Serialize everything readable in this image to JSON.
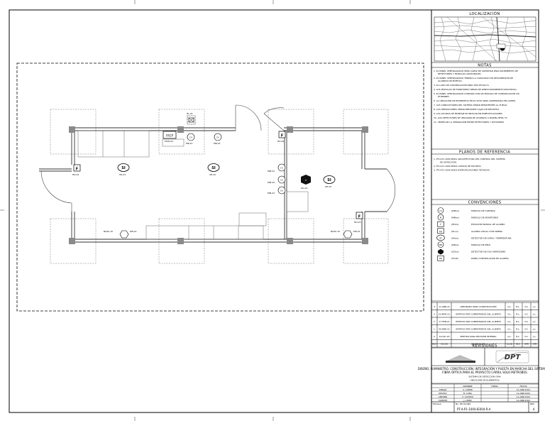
{
  "title_block": {
    "localizacion": "LOCALIZACIÓN",
    "notas_title": "NOTAS",
    "notas": [
      "1.  EL PANEL CENTRALIZADO SERÁ CAPAZ DE SOPORTAR PARA INCREMENTO DE DETECTORES Y MÓDULOS ADICIONALES.",
      "2.  EL PANEL CENTRALIZADO TENDRÁ LA CAPACIDAD DE DESCONEXIÓN DE ALARMAS DE EDIFICIO.",
      "3.  EL LAZO DE COMUNICACIÓN SERÁ TIPO ESTILO 6.",
      "4.  LOS MÓDULOS DE MONITOREO SERÁN DE DIRECCIONAMIENTO INDIVIDUAL.",
      "5.  EL PANEL CENTRALIZADO CONTARÁ CON UN MÓDULO DE COMUNICACIÓN VÍA ETHERNET.",
      "6.  LA UBICACIÓN DE ELEMENTOS EN EL SITIO SERÁ CONFIRMADA EN CAMPO.",
      "7.  LOS CONDUCTORES DEL SISTEMA SERÁN RESISTENTES AL FUEGO.",
      "8.  LAS DERIVACIONES SERÁN MEDIANTE CAJAS DE REGISTRO.",
      "9.  LAS ALTURAS DE MONTAJE SE INDICAN EN ESPECIFICACIONES.",
      "10. LOS DETECTORES SE UBICARÁN DE ACUERDO A NORMA NFPA 72.",
      "11. VERIFICAR LA SEPARACIÓN ENTRE DETECTORES Y DIFUSORES."
    ],
    "planos_title": "PLANOS DE REFERENCIA",
    "planos": [
      "1.  PT-A-P1-1000-IE001   ARQUITECTURA DEL CONTROL DEL SISTEMA DE DETECCIÓN.",
      "2.  PT-A-P1-1000-IE002   LISTADO DE EQUIPOS.",
      "3.  PT-A-P1-1000-IE003   ESPECIFICACIONES TÉCNICAS."
    ],
    "convenciones_title": "CONVENCIONES",
    "convenciones": [
      {
        "sym": "DI",
        "code": "(MMxx)",
        "desc": "MÓDULO DE CONTROL"
      },
      {
        "sym": "M",
        "code": "(MMxx)",
        "desc": "MÓDULO DE MONITOREO"
      },
      {
        "sym": "F",
        "code": "(HDxx)",
        "desc": "ESTACIÓN MANUAL DE ALARMA"
      },
      {
        "sym": "SG",
        "code": "(HLxx)",
        "desc": "ALARMA VISUAL CON SIRENA"
      },
      {
        "sym": "ST",
        "code": "(SHxx)",
        "desc": "DETECTOR DE HUMO / TEMPERATURA"
      },
      {
        "sym": "MR",
        "code": "(MRxx)",
        "desc": "MÓDULO DE RELÉ"
      },
      {
        "sym": "GS",
        "code": "(GDxx)",
        "desc": "DETECTOR DE GAS HIDRÓGENO"
      },
      {
        "sym": "PD",
        "code": "(FACP)",
        "desc": "PANEL CONTROLADOR DE ALARMA"
      }
    ],
    "revisions": [
      {
        "rev": "4",
        "date": "11-ABR-21",
        "desc": "APROBADO PARA CONSTRUCCIÓN",
        "a": "A.L.",
        "b": "R.L.",
        "c": "V.C.",
        "d": "J.L."
      },
      {
        "rev": "3",
        "date": "03-MAR-21",
        "desc": "EMITIDO POR COMENTARIOS DEL CLIENTE",
        "a": "A.L.",
        "b": "R.L.",
        "c": "V.C.",
        "d": "J.L."
      },
      {
        "rev": "2",
        "date": "17-FEB-21",
        "desc": "EMITIDO POR COMENTARIOS DEL CLIENTE",
        "a": "A.L.",
        "b": "R.L.",
        "c": "V.C.",
        "d": "J.L."
      },
      {
        "rev": "1",
        "date": "05-ENE-21",
        "desc": "EMITIDO POR COMENTARIOS DEL CLIENTE",
        "a": "A.L.",
        "b": "R.L.",
        "c": "V.C.",
        "d": "J.L."
      },
      {
        "rev": "0",
        "date": "14-DIC-20",
        "desc": "EMITIDO PARA REVISIÓN INTERNA",
        "a": "A.L.",
        "b": "R.L.",
        "c": "V.C.",
        "d": "J.L."
      }
    ],
    "rev_header": {
      "rev": "REV",
      "date": "FECHA",
      "desc": "DESCRIPCIÓN",
      "a": "ELAB",
      "b": "REV",
      "c": "APR",
      "d": "APR"
    },
    "revisiones_title": "REVISIONES",
    "logo_right": "DPT",
    "project_lines": [
      "DISEÑO, SUMINISTRO, CONSTRUCCIÓN, INTEGRACIÓN Y PUESTA EN MARCHA DEL SISTEMA DE",
      "FIBRA ÓPTICA PARA EL PROYECTO CARRIL SOLO METROBÚS",
      "SISTEMA DE DETECCIÓN CIMA",
      "UBICACIÓN DE ELEMENTOS"
    ],
    "sign_rows": [
      {
        "role": "",
        "name": "NOMBRE",
        "sig": "FIRMA",
        "date": "FECHA"
      },
      {
        "role": "DIBUJÓ",
        "name": "A. LÓPEZ",
        "sig": "",
        "date": "11-ABR-2021"
      },
      {
        "role": "REVISÓ",
        "name": "R. LUNA",
        "sig": "",
        "date": "11-ABR-2021"
      },
      {
        "role": "APROBÓ",
        "name": "V. CASTRO",
        "sig": "",
        "date": "11-ABR-2021"
      },
      {
        "role": "CLIENTE",
        "name": "J. LEÓN",
        "sig": "",
        "date": "11-ABR-2021"
      }
    ],
    "scale_label": "ESCALA",
    "scale_value": "S/E",
    "sheet_label": "HOJA",
    "sheet_value": "1 / 1",
    "drawing_no": "PT-A-P1-1000-IE004-R-A",
    "drawing_label": "No. DE PLANO",
    "rev_label": "REV",
    "rev_value": "4"
  },
  "plan": {
    "tags": {
      "mh1": "MH-21",
      "mh2": "MH-21",
      "hl21": "HL-21",
      "hl22": "HL-22",
      "hd21": "HD-21",
      "hd22": "HD-22",
      "hd23": "HD-23",
      "sh21": "SH-21",
      "sh22": "SH-22",
      "sh23": "SH-23",
      "mm21": "MM-21",
      "mm22": "MM-22",
      "mm23": "MM-23",
      "gd21": "GD-21",
      "mr21": "MR-21",
      "mr22": "MR-22",
      "facp": "FACP",
      "facp_tag": "FACP-21",
      "notas21": "NOTA 15",
      "notas22": "NOTA 15"
    }
  }
}
